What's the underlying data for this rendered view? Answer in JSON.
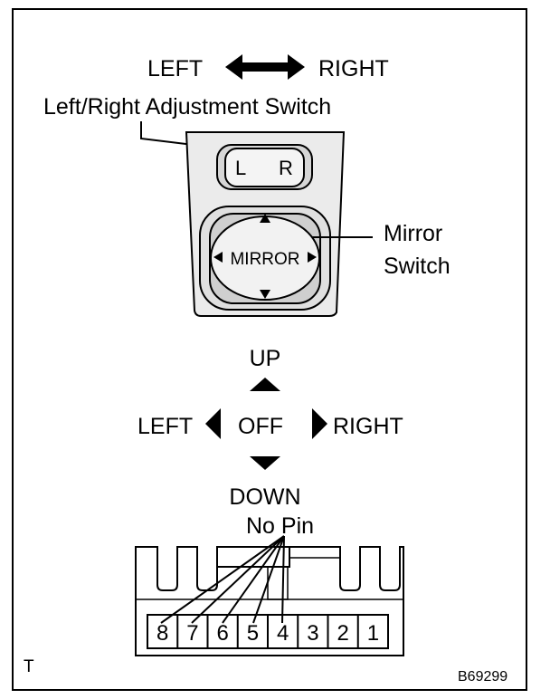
{
  "labels": {
    "top_left": "LEFT",
    "top_right": "RIGHT",
    "adjustment_switch": "Left/Right Adjustment Switch",
    "switch_l": "L",
    "switch_r": "R",
    "mirror_button": "MIRROR",
    "mirror_switch_line1": "Mirror",
    "mirror_switch_line2": "Switch",
    "up": "UP",
    "left": "LEFT",
    "off": "OFF",
    "right": "RIGHT",
    "down": "DOWN",
    "no_pin": "No Pin",
    "corner_mark": "T",
    "figure_code": "B69299"
  },
  "connector": {
    "pins": [
      "8",
      "7",
      "6",
      "5",
      "4",
      "3",
      "2",
      "1"
    ]
  }
}
